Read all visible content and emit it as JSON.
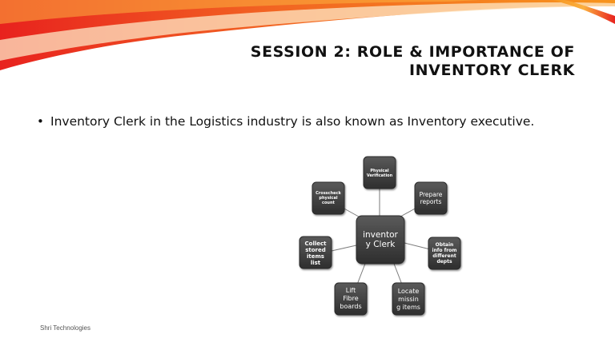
{
  "slide": {
    "title_lines": [
      "SESSION 2: ROLE & IMPORTANCE OF",
      "INVENTORY CLERK"
    ],
    "bullets": [
      {
        "text": "Inventory Clerk in the Logistics industry is also known as Inventory executive."
      }
    ],
    "footer": "Shri Technologies"
  },
  "diagram": {
    "center": {
      "lines": [
        "inventor",
        "y Clerk"
      ]
    },
    "nodes": [
      {
        "id": "physical-verification",
        "lines": [
          "Physical",
          "Verification"
        ]
      },
      {
        "id": "prepare-reports",
        "lines": [
          "Prepare",
          "reports"
        ]
      },
      {
        "id": "obtain-info",
        "lines": [
          "Obtain",
          "info from",
          "different",
          "depts"
        ]
      },
      {
        "id": "locate-missing",
        "lines": [
          "Locate",
          "missin",
          "g items"
        ]
      },
      {
        "id": "lift-fibre",
        "lines": [
          "Lift",
          "Fibre",
          "boards"
        ]
      },
      {
        "id": "collect-stored",
        "lines": [
          "Collect",
          "stored",
          "items",
          "list"
        ]
      },
      {
        "id": "crosscheck",
        "lines": [
          "Crosscheck",
          "physical",
          "count"
        ]
      }
    ]
  },
  "colors": {
    "node_fill": "#3b3b3b",
    "node_border": "#2a2a2a",
    "connector": "#7a7a7a",
    "banner_red": "#e8221e",
    "banner_orange": "#f7941d"
  }
}
